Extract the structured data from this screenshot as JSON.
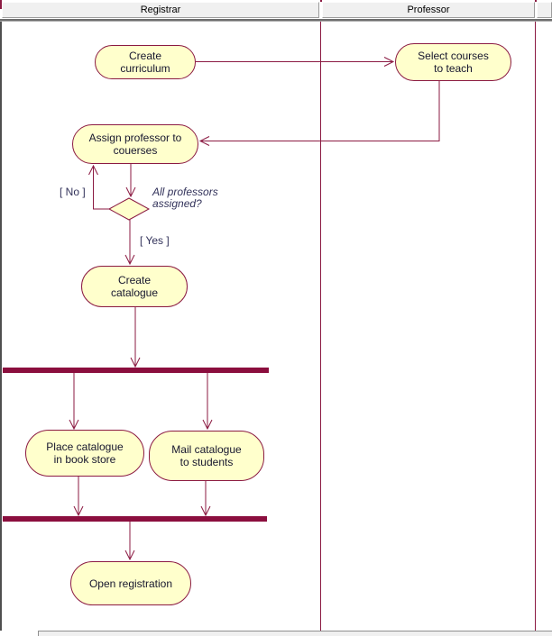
{
  "window": {
    "lanes": [
      {
        "label": "Registrar"
      },
      {
        "label": "Professor"
      },
      {
        "label": ""
      }
    ]
  },
  "colors": {
    "shape_fill": "#ffffcc",
    "shape_border": "#8b1a42",
    "connector": "#8b1a42",
    "sync_bar": "#8b0e3e",
    "activity_text": "#16162e",
    "guard_text": "#32325a",
    "header_bg": "#f0f0f0",
    "header_text": "#000000"
  },
  "diagram": {
    "activities": [
      {
        "id": "create-curriculum",
        "label": "Create\ncurriculum"
      },
      {
        "id": "select-courses",
        "label": "Select courses\nto teach"
      },
      {
        "id": "assign-professor",
        "label": "Assign professor to\ncouerses"
      },
      {
        "id": "create-catalogue",
        "label": "Create\ncatalogue"
      },
      {
        "id": "place-catalogue",
        "label": "Place catalogue\nin book store"
      },
      {
        "id": "mail-catalogue",
        "label": "Mail catalogue\nto students"
      },
      {
        "id": "open-registration",
        "label": "Open registration"
      }
    ],
    "decision": {
      "question": "All professors\nassigned?",
      "guard_no": "[ No ]",
      "guard_yes": "[ Yes ]"
    }
  }
}
